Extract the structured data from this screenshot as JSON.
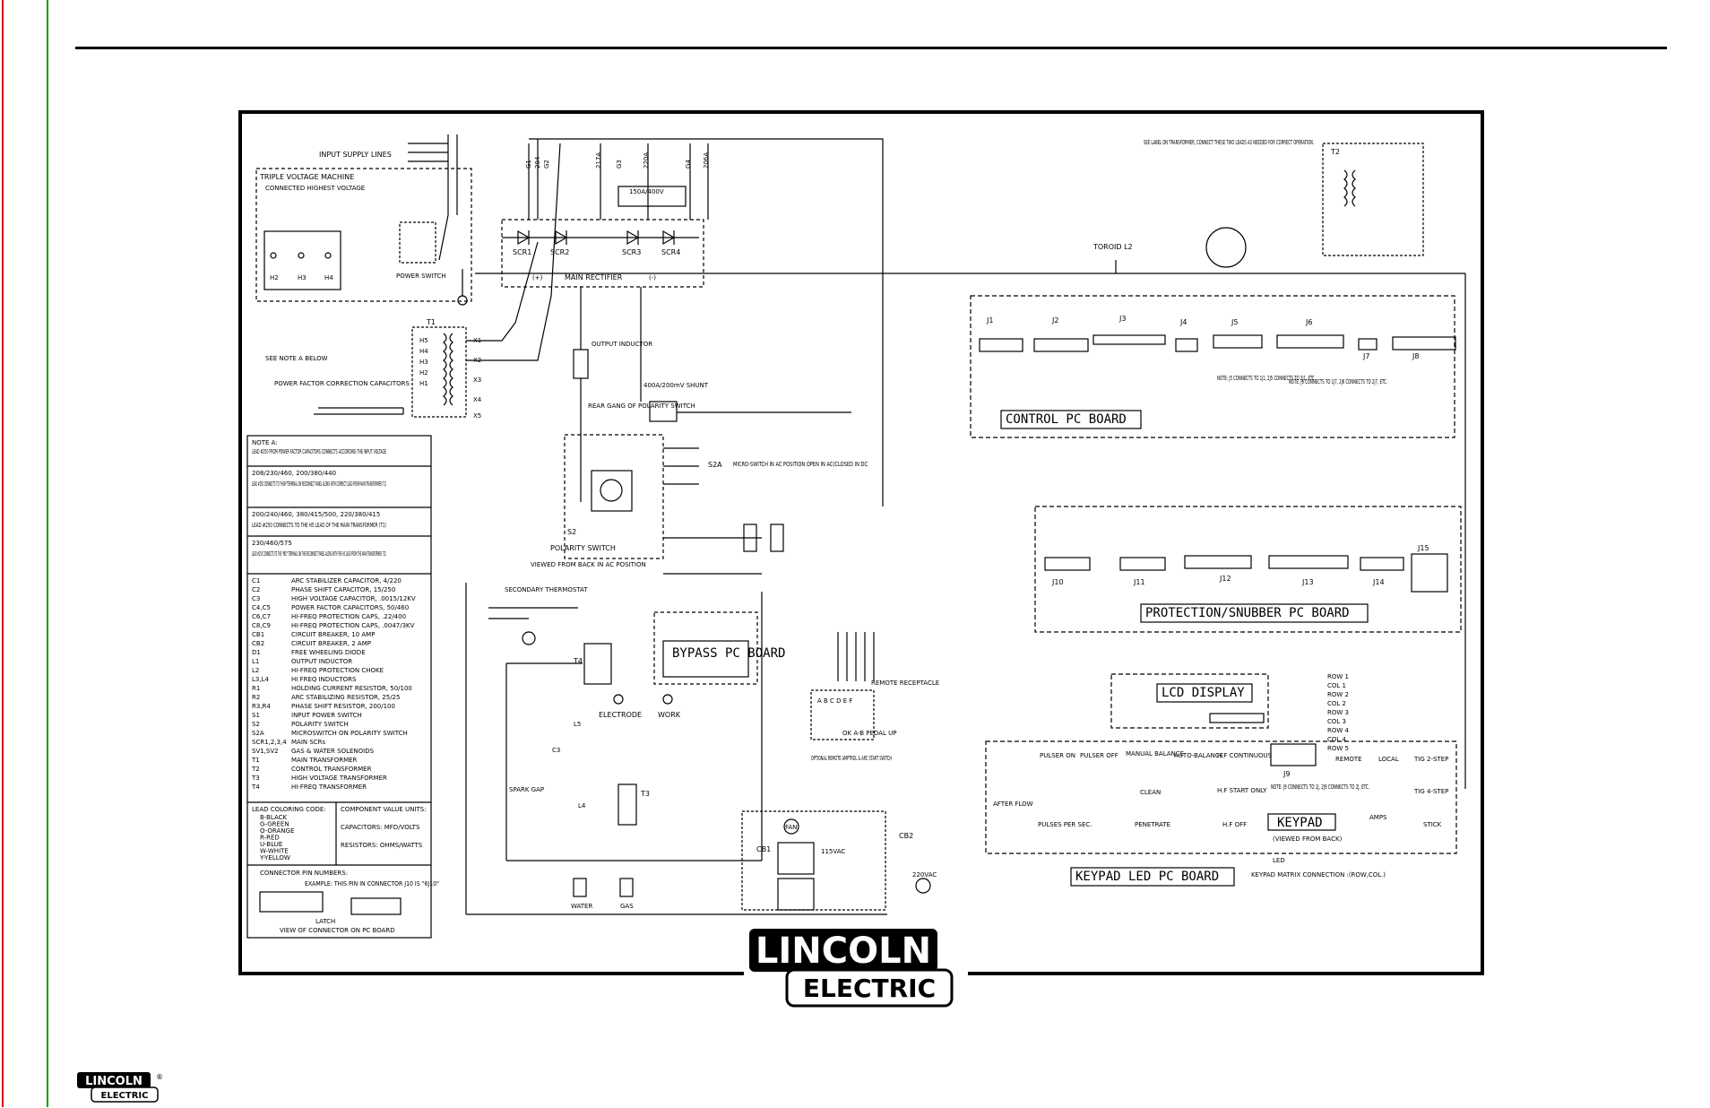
{
  "header": {
    "accent_left": "#e00000",
    "accent_right": "#00a000"
  },
  "brand": {
    "line1": "LINCOLN",
    "line2": "ELECTRIC",
    "reg": "®"
  },
  "top_left": {
    "input_supply": "INPUT SUPPLY LINES",
    "triple_voltage": "TRIPLE VOLTAGE MACHINE",
    "connected_highest": "CONNECTED HIGHEST VOLTAGE",
    "power_switch": "POWER SWITCH",
    "see_note": "SEE NOTE A BELOW",
    "pf_caps": "POWER FACTOR CORRECTION CAPACITORS",
    "t1": "T1"
  },
  "rectifier": {
    "scr": [
      "SCR1",
      "SCR2",
      "SCR3",
      "SCR4"
    ],
    "main_rectifier": "MAIN RECTIFIER",
    "plus": "(+)",
    "minus": "(-)",
    "shunt_rating": "150A/400V",
    "leads": [
      "G1",
      "204",
      "G2",
      "217A",
      "G3",
      "220A",
      "G4",
      "206A"
    ]
  },
  "middle": {
    "output_inductor": "OUTPUT INDUCTOR",
    "shunt": "400A/200mV SHUNT",
    "rear_gang": "REAR GANG OF POLARITY SWITCH",
    "microswitch": "MICRO-SWITCH IN AC POSITION OPEN IN AC(CLOSED IN DC",
    "s2a": "S2A",
    "polarity_switch": "POLARITY SWITCH",
    "s2": "S2",
    "viewed": "VIEWED FROM BACK IN AC POSITION",
    "secondary_thermostat": "SECONDARY THERMOSTAT",
    "bypass": "BYPASS PC BOARD",
    "electrode": "ELECTRODE",
    "work": "WORK",
    "spark_gap": "SPARK GAP",
    "t3": "T3",
    "t4": "T4",
    "c3": "C3",
    "l4": "L4",
    "l5": "L5"
  },
  "remote": {
    "title": "REMOTE RECEPTACLE",
    "pins": "A B C D E F",
    "optional": "OPTIONAL REMOTE AMPTROL & ARC START SWITCH",
    "ok": "OK A-B PEDAL UP"
  },
  "bottom_power": {
    "cb1": "CB1",
    "cb2": "CB2",
    "fan": "FAN",
    "vac115": "115VAC",
    "vac220": "220VAC",
    "water": "WATER",
    "gas": "GAS"
  },
  "right": {
    "see_label": "SEE LABEL ON TRANSFORMER, CONNECT THESE TWO LEADS AS NEEDED FOR CORRECT OPERATION.",
    "t2": "T2",
    "toroid": "TOROID L2",
    "control_board": "CONTROL PC BOARD",
    "protection_board": "PROTECTION/SNUBBER PC BOARD",
    "lcd": "LCD DISPLAY",
    "keypad": "KEYPAD",
    "keypad_viewed": "(VIEWED FROM BACK)",
    "keypad_led": "KEYPAD LED PC BOARD",
    "keypad_matrix": "KEYPAD MATRIX CONNECTION :(ROW,COL.)",
    "led": "LED",
    "control_connectors": [
      "J1",
      "J2",
      "J3",
      "J4",
      "J5",
      "J6",
      "J7",
      "J8"
    ],
    "protection_connectors": [
      "J10",
      "J11",
      "J12",
      "J13",
      "J14",
      "J15"
    ],
    "note_j5": "NOTE: J5 CONNECTS TO 1J1, 2J5 CONNECTS TO 2J1, ETC.",
    "note_j6": "NOTE: J6 CONNECTS TO 1J7, 2J6 CONNECTS TO 2J7, ETC.",
    "note_j9": "NOTE: J9 CONNECTS TO 1J, 2J9 CONNECTS TO 2J, ETC.",
    "j9": "J9",
    "keys": [
      "PULSER ON",
      "PULSER OFF",
      "MANUAL BALANCE",
      "AUTO-BALANCE",
      "H.F CONTINUOUS",
      "REMOTE",
      "LOCAL",
      "TIG 2-STEP",
      "TIG 4-STEP",
      "H.F START ONLY",
      "H.F OFF",
      "STICK",
      "CLEAN",
      "PENETRATE",
      "PULSES PER SEC.",
      "AFTER FLOW",
      "AMPS"
    ],
    "rows": [
      "ROW 1",
      "COL 1",
      "ROW 2",
      "COL 2",
      "ROW 3",
      "COL 3",
      "ROW 4",
      "COL 4",
      "ROW 5"
    ]
  },
  "notes": {
    "note_a_title": "NOTE A:",
    "note_a": "LEAD #250 FROM POWER FACTOR CAPACITORS CONNECTS ACCORDING THE INPUT VOLTAGE",
    "v1_title": "208/230/460, 200/380/440",
    "v1": "LEAD #250 CONNECTS TO \"HIGH\"TERMINAL ON RECONNECT PANEL ALONG WITH CORRECT LEAD FROM MAIN TRANSFORMER (T1)",
    "v2_title": "200/240/460, 380/415/500, 220/380/415",
    "v2": "LEAD #250 CONNECTS TO THE H5 LEAD OF THE MAIN TRANSFORMER (T1)",
    "v3_title": "230/460/575",
    "v3": "LEAD #250 CONNECTS TO THE \"MID\" TERMINAL ON THE RECONNECT PANEL ALONG WITH THE H3 LEAD FROM THE MAIN TRANSFORMER (T1)",
    "components": [
      [
        "C1",
        "ARC STABILIZER CAPACITOR, 4/220"
      ],
      [
        "C2",
        "PHASE SHIFT CAPACITOR, 15/250"
      ],
      [
        "C3",
        "HIGH VOLTAGE CAPACITOR, .0015/12KV"
      ],
      [
        "C4,C5",
        "POWER FACTOR CAPACITORS, 50/460"
      ],
      [
        "C6,C7",
        "HI-FREQ PROTECTION CAPS, .22/400"
      ],
      [
        "C8,C9",
        "HI-FREQ PROTECTION CAPS, .0047/3KV"
      ],
      [
        "CB1",
        "CIRCUIT BREAKER, 10 AMP"
      ],
      [
        "CB2",
        "CIRCUIT BREAKER, 2 AMP"
      ],
      [
        "D1",
        "FREE WHEELING DIODE"
      ],
      [
        "L1",
        "OUTPUT INDUCTOR"
      ],
      [
        "L2",
        "HI-FREQ PROTECTION CHOKE"
      ],
      [
        "L3,L4",
        "HI FREQ INDUCTORS"
      ],
      [
        "R1",
        "HOLDING CURRENT RESISTOR, 50/100"
      ],
      [
        "R2",
        "ARC STABILIZING RESISTOR, 25/25"
      ],
      [
        "R3,R4",
        "PHASE SHIFT RESISTOR, 200/100"
      ],
      [
        "S1",
        "INPUT POWER SWITCH"
      ],
      [
        "S2",
        "POLARITY SWITCH"
      ],
      [
        "S2A",
        "MICROSWITCH ON POLARITY SWITCH"
      ],
      [
        "SCR1,2,3,4",
        "MAIN SCRs"
      ],
      [
        "SV1,SV2",
        "GAS & WATER SOLENOIDS"
      ],
      [
        "T1",
        "MAIN TRANSFORMER"
      ],
      [
        "T2",
        "CONTROL TRANSFORMER"
      ],
      [
        "T3",
        "HIGH VOLTAGE TRANSFORMER"
      ],
      [
        "T4",
        "HI-FREQ TRANSFORMER"
      ]
    ],
    "lead_color_title": "LEAD COLORING CODE:",
    "lead_colors": [
      "B-BLACK",
      "G-GREEN",
      "O-ORANGE",
      "R-RED",
      "U-BLUE",
      "W-WHITE",
      "Y-YELLOW"
    ],
    "component_units_title": "COMPONENT VALUE UNITS:",
    "capacitors_units": "CAPACITORS: MFD/VOLTS",
    "resistors_units": "RESISTORS: OHMS/WATTS",
    "connector_title": "CONNECTOR PIN NUMBERS:",
    "connector_example": "EXAMPLE: THIS PIN IN CONNECTOR J10 IS \"6J10\"",
    "latch": "LATCH",
    "view_connector": "VIEW OF CONNECTOR ON PC BOARD"
  }
}
